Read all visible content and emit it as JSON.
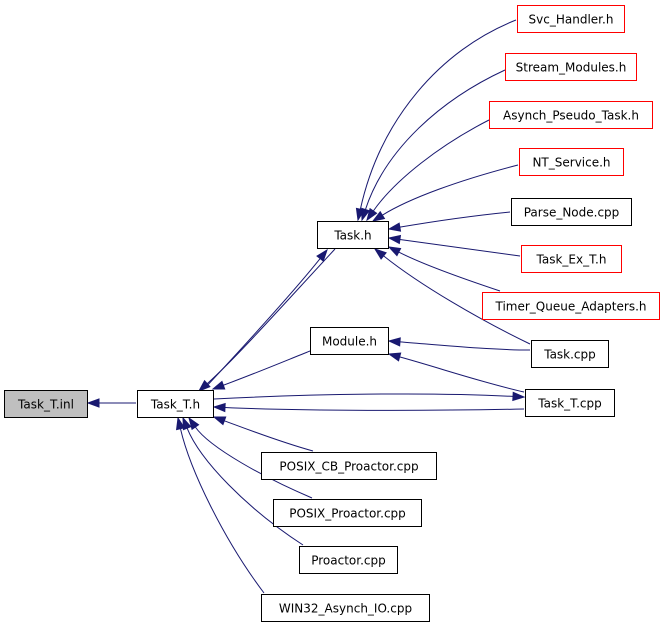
{
  "diagram": {
    "colors": {
      "edge": "#191970",
      "border_normal": "#000000",
      "border_truncated": "#ff0000",
      "fill_normal": "#ffffff",
      "fill_current": "#bfbfbf"
    },
    "nodes": {
      "task_t_inl": {
        "label": "Task_T.inl",
        "kind": "current"
      },
      "task_t_h": {
        "label": "Task_T.h",
        "kind": "normal"
      },
      "task_h": {
        "label": "Task.h",
        "kind": "normal"
      },
      "module_h": {
        "label": "Module.h",
        "kind": "normal"
      },
      "svc_handler_h": {
        "label": "Svc_Handler.h",
        "kind": "truncated"
      },
      "stream_modules_h": {
        "label": "Stream_Modules.h",
        "kind": "truncated"
      },
      "asynch_pseudo_task_h": {
        "label": "Asynch_Pseudo_Task.h",
        "kind": "truncated"
      },
      "nt_service_h": {
        "label": "NT_Service.h",
        "kind": "truncated"
      },
      "parse_node_cpp": {
        "label": "Parse_Node.cpp",
        "kind": "normal"
      },
      "task_ex_t_h": {
        "label": "Task_Ex_T.h",
        "kind": "truncated"
      },
      "timer_queue_adapters_h": {
        "label": "Timer_Queue_Adapters.h",
        "kind": "truncated"
      },
      "task_cpp": {
        "label": "Task.cpp",
        "kind": "normal"
      },
      "task_t_cpp": {
        "label": "Task_T.cpp",
        "kind": "normal"
      },
      "posix_cb_proactor_cpp": {
        "label": "POSIX_CB_Proactor.cpp",
        "kind": "normal"
      },
      "posix_proactor_cpp": {
        "label": "POSIX_Proactor.cpp",
        "kind": "normal"
      },
      "proactor_cpp": {
        "label": "Proactor.cpp",
        "kind": "normal"
      },
      "win32_asynch_io_cpp": {
        "label": "WIN32_Asynch_IO.cpp",
        "kind": "normal"
      }
    },
    "edges": [
      {
        "from": "task_t_h",
        "to": "task_t_inl"
      },
      {
        "from": "task_h",
        "to": "task_t_h"
      },
      {
        "from": "module_h",
        "to": "task_t_h"
      },
      {
        "from": "task_t_cpp",
        "to": "task_t_h"
      },
      {
        "from": "posix_cb_proactor_cpp",
        "to": "task_t_h"
      },
      {
        "from": "posix_proactor_cpp",
        "to": "task_t_h"
      },
      {
        "from": "proactor_cpp",
        "to": "task_t_h"
      },
      {
        "from": "win32_asynch_io_cpp",
        "to": "task_t_h"
      },
      {
        "from": "svc_handler_h",
        "to": "task_h"
      },
      {
        "from": "stream_modules_h",
        "to": "task_h"
      },
      {
        "from": "asynch_pseudo_task_h",
        "to": "task_h"
      },
      {
        "from": "nt_service_h",
        "to": "task_h"
      },
      {
        "from": "parse_node_cpp",
        "to": "task_h"
      },
      {
        "from": "task_ex_t_h",
        "to": "task_h"
      },
      {
        "from": "timer_queue_adapters_h",
        "to": "task_h"
      },
      {
        "from": "task_cpp",
        "to": "task_h"
      },
      {
        "from": "task_t_h",
        "to": "task_h"
      },
      {
        "from": "task_cpp",
        "to": "module_h"
      },
      {
        "from": "task_t_cpp",
        "to": "module_h"
      },
      {
        "from": "task_t_h",
        "to": "task_t_cpp"
      }
    ]
  }
}
